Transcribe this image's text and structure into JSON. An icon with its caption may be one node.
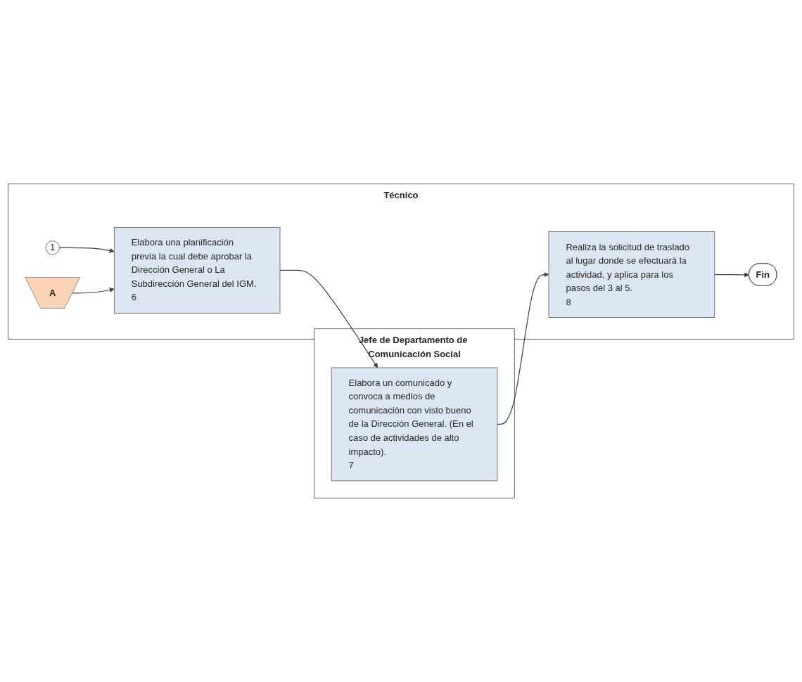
{
  "diagram": {
    "nodes": [
      {
        "text": [
          "Jefe de Departamento de Comunicación Social"
        ]
      },
      {
        "text": [
          "Técnico"
        ]
      },
      {
        "text": [
          "1"
        ],
        "in": 1
      },
      {
        "text": [
          "A"
        ],
        "in": 1
      },
      {
        "text": [
          "Elabora una planificación previa la cual debe aprobar la Dirección General o La Subdirección General del IGM.",
          "6"
        ],
        "in": 1
      },
      {
        "text": [
          "Elabora un comunicado y convoca a medios de comunicación con visto bueno de la Dirección General. (En el caso de actividades de alto impacto).",
          "7"
        ],
        "in": 0
      },
      {
        "text": [
          "Realiza la solicitud de traslado al lugar donde se efectuará la actividad, y aplica para los pasos del 3 al 5.",
          "8"
        ],
        "in": 1
      },
      {
        "text": [
          "Fin"
        ],
        "in": 1
      }
    ],
    "edges": [
      {
        "from": 2,
        "to": 4,
        "arrow": "to"
      },
      {
        "from": 3,
        "to": 4,
        "arrow": "to"
      },
      {
        "from": 4,
        "to": 5,
        "arrow": "to"
      },
      {
        "from": 5,
        "to": 6,
        "arrow": "to"
      },
      {
        "from": 6,
        "to": 7,
        "arrow": "to"
      }
    ]
  }
}
